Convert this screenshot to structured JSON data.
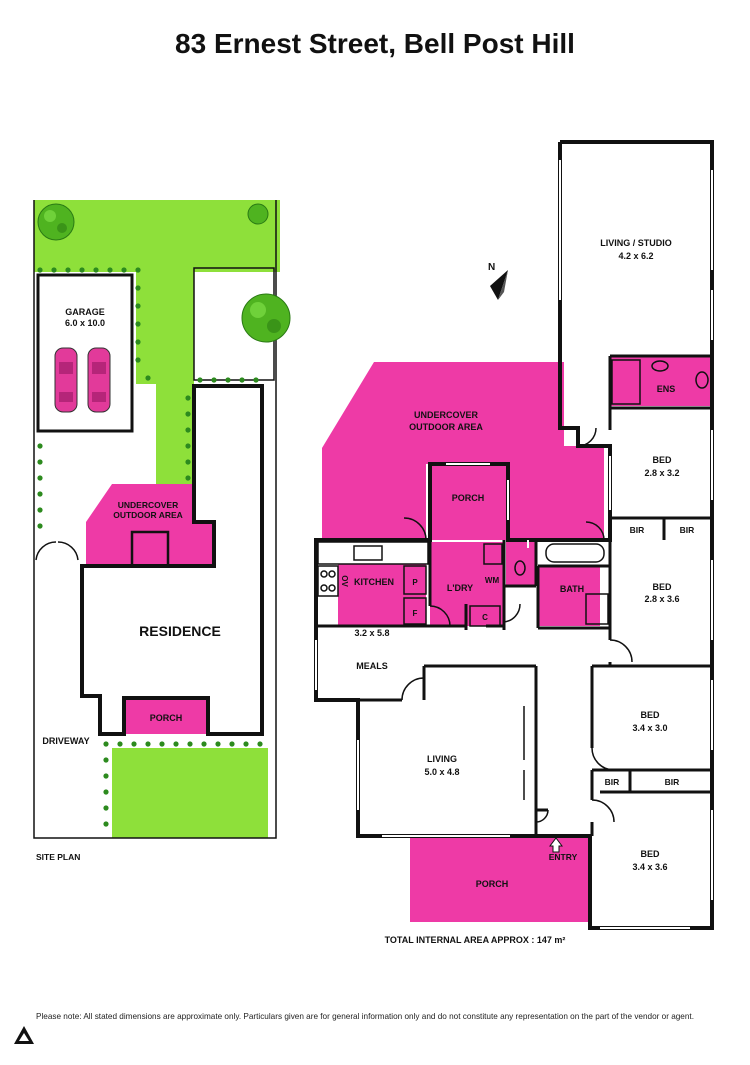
{
  "title": "83 Ernest Street, Bell Post Hill",
  "site_plan": {
    "caption": "SITE PLAN",
    "garage": "GARAGE",
    "garage_dims": "6.0 x 10.0",
    "undercover_1": "UNDERCOVER",
    "undercover_2": "OUTDOOR AREA",
    "residence": "RESIDENCE",
    "porch": "PORCH",
    "driveway": "DRIVEWAY"
  },
  "floor_plan": {
    "north": "N",
    "living_studio": "LIVING / STUDIO",
    "living_studio_dims": "4.2 x 6.2",
    "ens": "ENS",
    "undercover_1": "UNDERCOVER",
    "undercover_2": "OUTDOOR AREA",
    "porch_back": "PORCH",
    "bed1": "BED",
    "bed1_dims": "2.8 x 3.2",
    "bir_a": "BIR",
    "bir_b": "BIR",
    "kitchen": "KITCHEN",
    "ov": "OV",
    "p": "P",
    "f": "F",
    "ldry": "L'DRY",
    "wm": "WM",
    "c": "C",
    "bath": "BATH",
    "bed2": "BED",
    "bed2_dims": "2.8 x 3.6",
    "kitchen_dims": "3.2 x 5.8",
    "meals": "MEALS",
    "bed3": "BED",
    "bed3_dims": "3.4 x 3.0",
    "bir_c": "BIR",
    "bir_d": "BIR",
    "living": "LIVING",
    "living_dims": "5.0 x 4.8",
    "entry": "ENTRY",
    "bed4": "BED",
    "bed4_dims": "3.4 x 3.6",
    "porch_front": "PORCH",
    "total_area": "TOTAL INTERNAL AREA APPROX : 147 m²"
  },
  "footer": "Please note: All stated dimensions are approximate only. Particulars given are for general information only and do not constitute any representation on the part of the vendor or agent.",
  "colors": {
    "accent": "#ee3aa6",
    "grass": "#8ee03a",
    "tree": "#4fb320"
  }
}
